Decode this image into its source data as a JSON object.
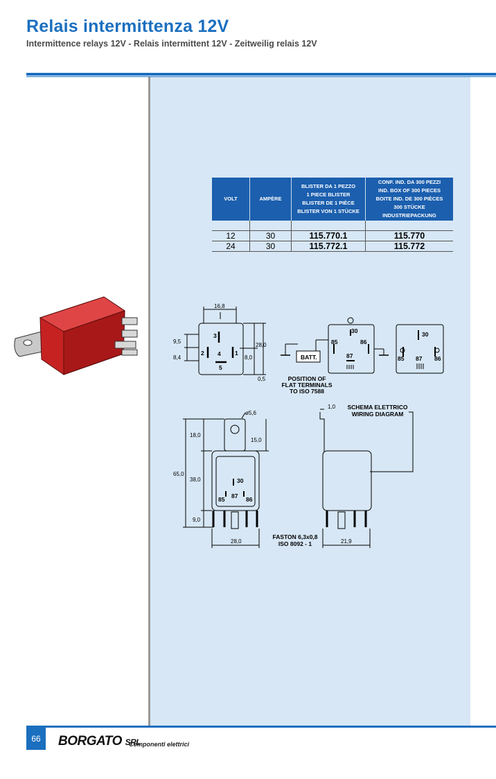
{
  "header": {
    "title": "Relais intermittenza 12V",
    "subtitle": "Intermittence relays 12V - Relais intermittent 12V - Zeitweilig relais 12V"
  },
  "table": {
    "col_volt": "VOLT",
    "col_ampere": "AMPÈRE",
    "col_blister": [
      "BLISTER DA 1 PEZZO",
      "1 PIECE BLISTER",
      "BLISTER DE 1 PIÈCE",
      "BLISTER VON 1 STÜCKE"
    ],
    "col_box": [
      "CONF. IND. DA 300 PEZZI",
      "IND. BOX OF 300 PIECES",
      "BOITE IND. DE 300 PIÈCES",
      "300 STÜCKE INDUSTRIEPACKUNG"
    ],
    "rows": [
      {
        "volt": "12",
        "ampere": "30",
        "blister": "115.770.1",
        "box": "115.770"
      },
      {
        "volt": "24",
        "ampere": "30",
        "blister": "115.772.1",
        "box": "115.772"
      }
    ]
  },
  "diagram_top": {
    "dims": {
      "w": "16,8",
      "h1": "9,5",
      "h2": "8,4",
      "h3": "28,0",
      "h4": "8,0",
      "h5": "0,5"
    },
    "pins": {
      "p3": "3",
      "p2": "2",
      "p4": "4",
      "p1": "1",
      "p5": "5",
      "p30": "30",
      "p85": "85",
      "p86": "86",
      "p87": "87"
    },
    "batt": "BATT.",
    "position_label": [
      "POSITION OF",
      "FLAT TERMINALS",
      "TO ISO 7588"
    ]
  },
  "diagram_bottom": {
    "dims": {
      "hole": "ø5,6",
      "d18": "18,0",
      "d15": "15,0",
      "d65": "65,0",
      "d38": "38,0",
      "d9": "9,0",
      "d28": "28,0",
      "d1": "1,0",
      "d21": "21,9"
    },
    "schema": [
      "SCHEMA ELETTRICO",
      "WIRING DIAGRAM"
    ],
    "faston": [
      "FASTON 6,3x0,8",
      "ISO 8092 - 1"
    ]
  },
  "footer": {
    "page": "66",
    "brand": "BORGATO",
    "brand_srl": "SRL",
    "brand_sub": "Componenti elettrici"
  },
  "colors": {
    "accent": "#1b6fbf",
    "panel": "#d7e7f5",
    "relay_red": "#d42a2a"
  }
}
